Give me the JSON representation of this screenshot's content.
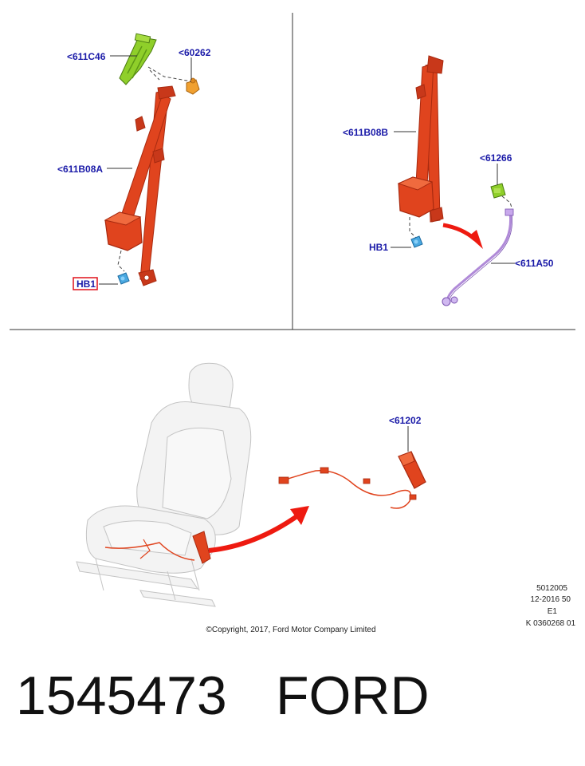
{
  "callouts": {
    "c611c46": "<611C46",
    "c60262": "<60262",
    "c611b08a": "<611B08A",
    "hb1_left": "HB1",
    "c611b08b": "<611B08B",
    "c61266": "<61266",
    "hb1_right": "HB1",
    "c611a50": "<611A50",
    "c61202": "<61202"
  },
  "meta": {
    "line1": "5012005",
    "line2": "12-2016 50",
    "line3": "E1",
    "line4": "K 0360268 01"
  },
  "copyright": "©Copyright, 2017, Ford Motor Company Limited",
  "part_number": "1545473",
  "brand": "FORD",
  "colors": {
    "belt": "#e0441e",
    "belt_dark": "#a82a10",
    "bracket_green": "#8fcf2a",
    "clip_orange": "#f0a030",
    "bolt_blue": "#4aa8e0",
    "harness_purple": "#b08ad8",
    "arrow_red": "#ee1a10",
    "callout_blue": "#1a1aa8",
    "highlight_red": "#e0101a"
  }
}
